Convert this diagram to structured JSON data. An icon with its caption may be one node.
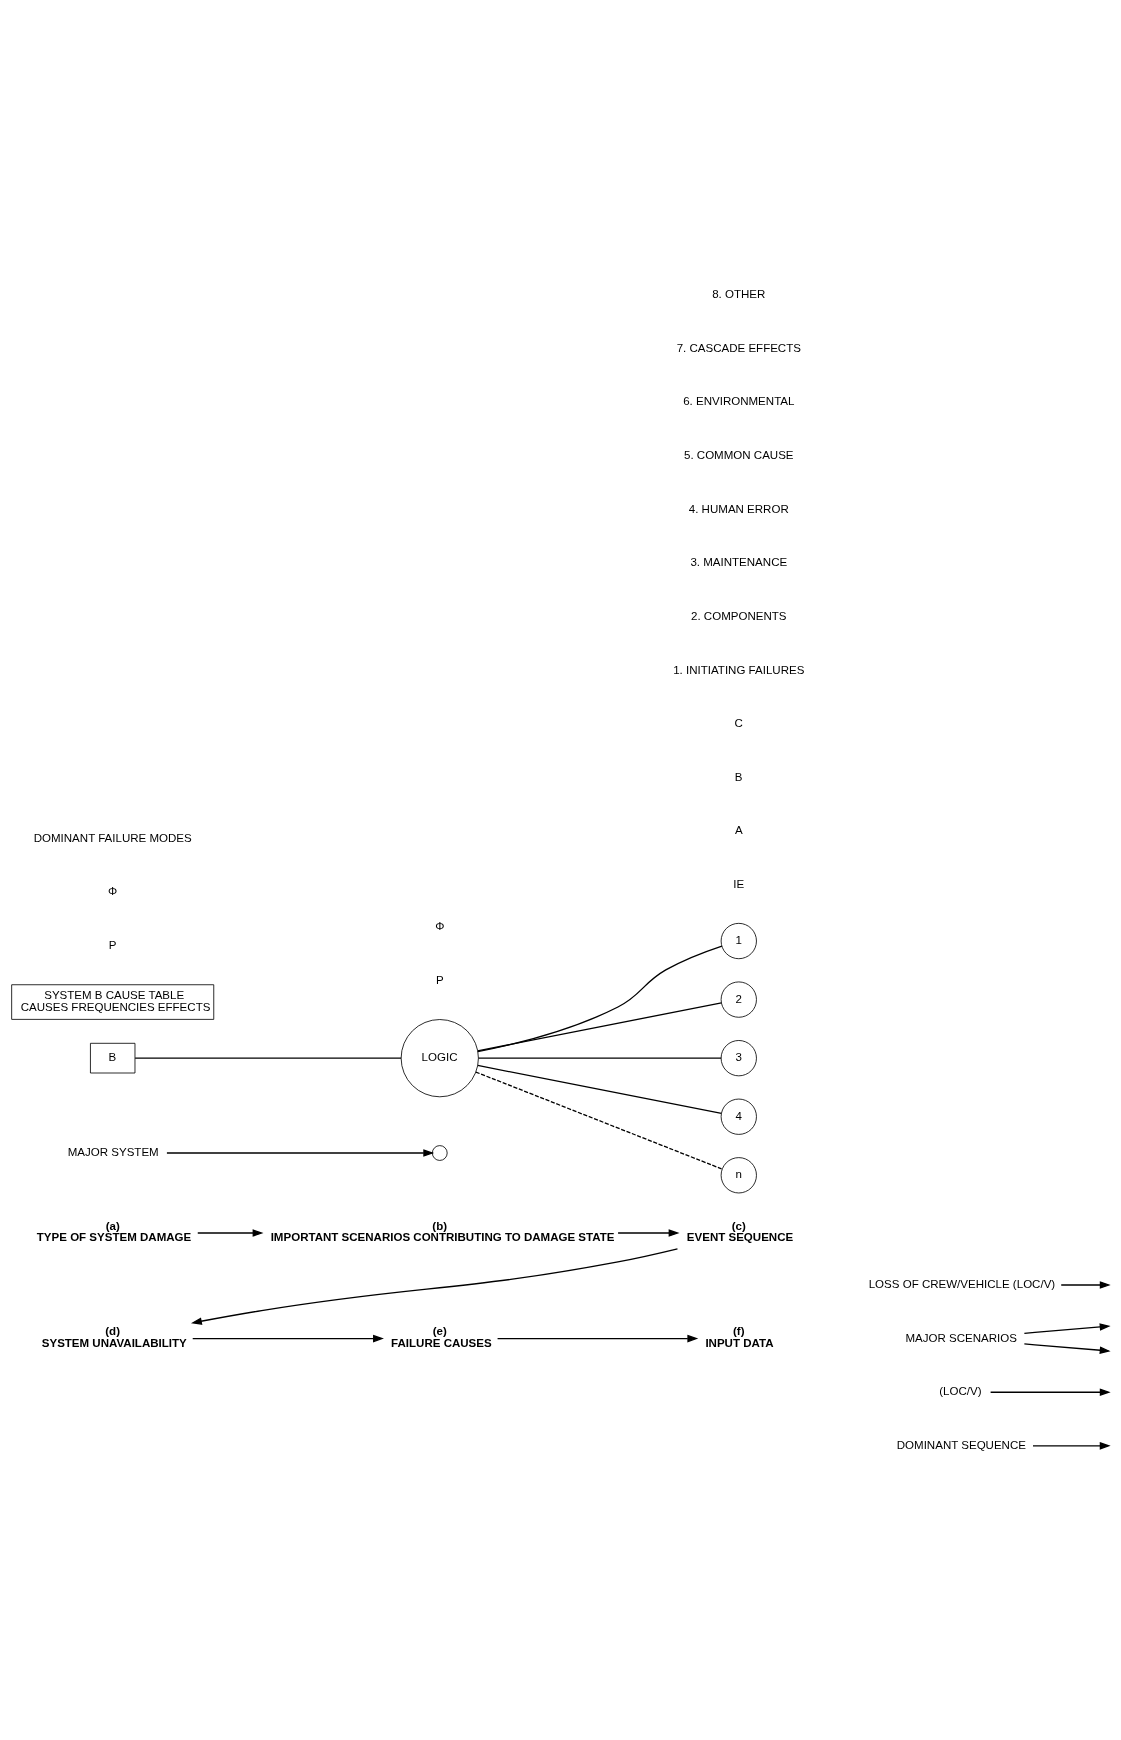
{
  "diagram": {
    "nodes": [
      {
        "text": [
          "(a)",
          "TYPE OF SYSTEM DAMAGE"
        ]
      },
      {
        "text": [
          "LOSS OF CREW/VEHICLE (LOC/V)"
        ]
      },
      {
        "text": [
          "(b)",
          "IMPORTANT SCENARIOS CONTRIBUTING TO DAMAGE STATE"
        ]
      },
      {
        "text": [
          "MAJOR SCENARIOS"
        ]
      },
      {
        "text": [
          "(LOC/V)"
        ]
      },
      {
        "text": [
          "(c)",
          "EVENT SEQUENCE"
        ]
      },
      {
        "text": [
          "MAJOR SYSTEM"
        ]
      },
      {
        "text": [
          "DOMINANT SEQUENCE"
        ]
      },
      {
        "text": [],
        "shape": "circle"
      },
      {
        "text": [
          "(d)",
          "SYSTEM UNAVAILABILITY"
        ]
      },
      {
        "text": [
          "B"
        ]
      },
      {
        "text": [
          "LOGIC"
        ]
      },
      {
        "text": [
          "1"
        ]
      },
      {
        "text": [
          "2"
        ]
      },
      {
        "text": [
          "3"
        ]
      },
      {
        "text": [
          "4"
        ]
      },
      {
        "text": [
          "n"
        ]
      },
      {
        "text": [
          "(e)",
          "FAILURE CAUSES"
        ]
      },
      {
        "text": [
          "SYSTEM B CAUSE TABLE",
          "CAUSES FREQUENCIES EFFECTS"
        ]
      },
      {
        "text": [
          "(f)",
          "INPUT DATA"
        ]
      }
    ],
    "edges": [
      {
        "from": 0,
        "to": 2,
        "arrow": "to"
      },
      {
        "from": 2,
        "to": 5,
        "arrow": "to"
      },
      {
        "from": 5,
        "to": 9,
        "arrow": "to"
      },
      {
        "from": 9,
        "to": 17,
        "arrow": "to"
      },
      {
        "from": 17,
        "to": 19,
        "arrow": "to"
      },
      {
        "from": 1,
        "to": null,
        "arrow": "to"
      },
      {
        "from": 3,
        "to": null,
        "arrow": "to"
      },
      {
        "from": 3,
        "to": null,
        "arrow": "to"
      },
      {
        "from": 4,
        "to": null,
        "arrow": "to"
      },
      {
        "from": 6,
        "to": 8,
        "arrow": "to"
      },
      {
        "from": 7,
        "to": null,
        "arrow": "to"
      },
      {
        "from": 10,
        "to": 11,
        "arrow": "none"
      },
      {
        "from": 11,
        "to": 12,
        "arrow": "none"
      },
      {
        "from": 11,
        "to": 13,
        "arrow": "none"
      },
      {
        "from": 11,
        "to": 14,
        "arrow": "none"
      },
      {
        "from": 11,
        "to": 15,
        "arrow": "none"
      },
      {
        "from": 11,
        "to": 16,
        "arrow": "none",
        "style": "dashed"
      }
    ],
    "labels": [
      "P",
      "Φ",
      "P",
      "Φ",
      "IE",
      "A",
      "B",
      "C",
      "1. INITIATING FAILURES",
      "2. COMPONENTS",
      "3. MAINTENANCE",
      "4. HUMAN ERROR",
      "5. COMMON CAUSE",
      "6. ENVIRONMENTAL",
      "7. CASCADE EFFECTS",
      "8. OTHER",
      "DOMINANT FAILURE MODES"
    ]
  }
}
